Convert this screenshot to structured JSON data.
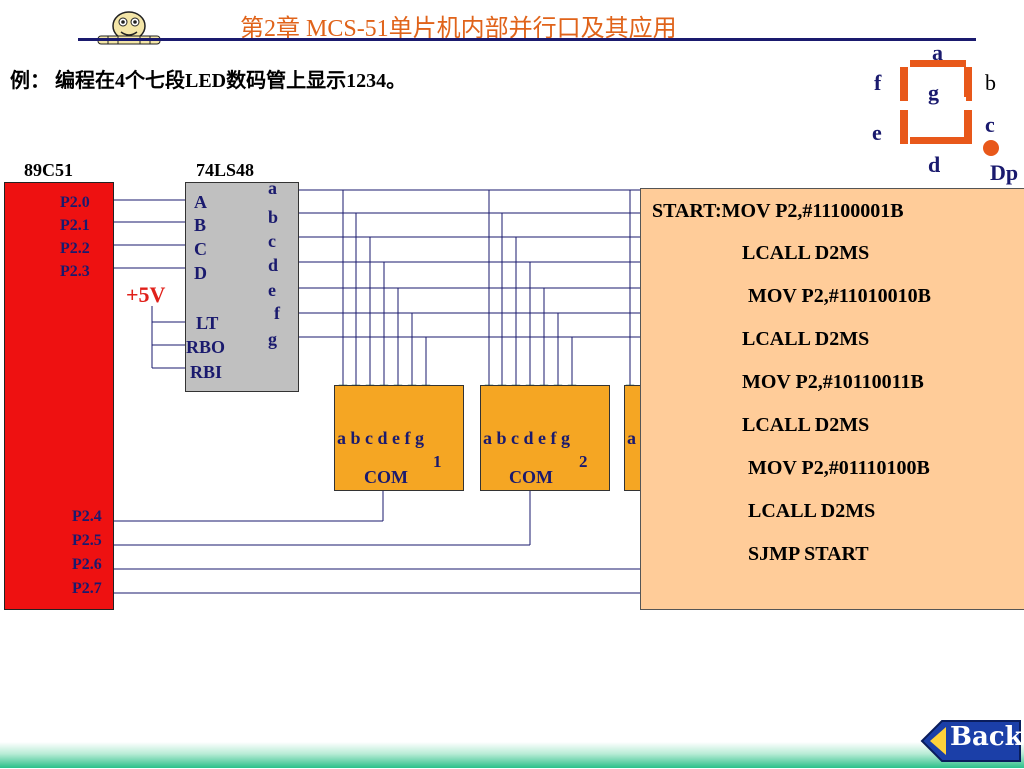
{
  "header": {
    "title": "第2章    MCS-51单片机内部并行口及其应用",
    "example": "例：  编程在4个七段LED数码管上显示1234。"
  },
  "chip_89c51": {
    "label": "89C51",
    "pins_top": [
      "P2.0",
      "P2.1",
      "P2.2",
      "P2.3"
    ],
    "pins_bottom": [
      "P2.4",
      "P2.5",
      "P2.6",
      "P2.7"
    ]
  },
  "chip_74ls48": {
    "label": "74LS48",
    "inputs": [
      "A",
      "B",
      "C",
      "D"
    ],
    "controls": [
      "LT",
      "RBO",
      "RBI"
    ],
    "outputs": [
      "a",
      "b",
      "c",
      "d",
      "e",
      "f",
      "g"
    ]
  },
  "supply": "+5V",
  "displays": [
    {
      "segments": "a b c  d e f g",
      "number": "1",
      "com": "COM"
    },
    {
      "segments": "a b c  d e f g",
      "number": "2",
      "com": "COM"
    },
    {
      "segments": "a",
      "number": "",
      "com": ""
    }
  ],
  "segment_diagram": {
    "a": "a",
    "b": "b",
    "c": "c",
    "d": "d",
    "e": "e",
    "f": "f",
    "g": "g",
    "dp": "Dp",
    "color": "#e8581a"
  },
  "code": [
    "START:MOV    P2,#11100001B",
    "LCALL  D2MS",
    "MOV    P2,#11010010B",
    "LCALL  D2MS",
    "MOV    P2,#10110011B",
    "LCALL  D2MS",
    "MOV    P2,#01110100B",
    "LCALL  D2MS",
    "SJMP    START"
  ],
  "nav": {
    "back_label": "Back"
  },
  "colors": {
    "title": "#e0631a",
    "chip": "#ee1111",
    "decoder": "#c0c0c0",
    "display": "#f5a623",
    "code_bg": "#ffcc99",
    "pin_led": "#1fa37a"
  }
}
